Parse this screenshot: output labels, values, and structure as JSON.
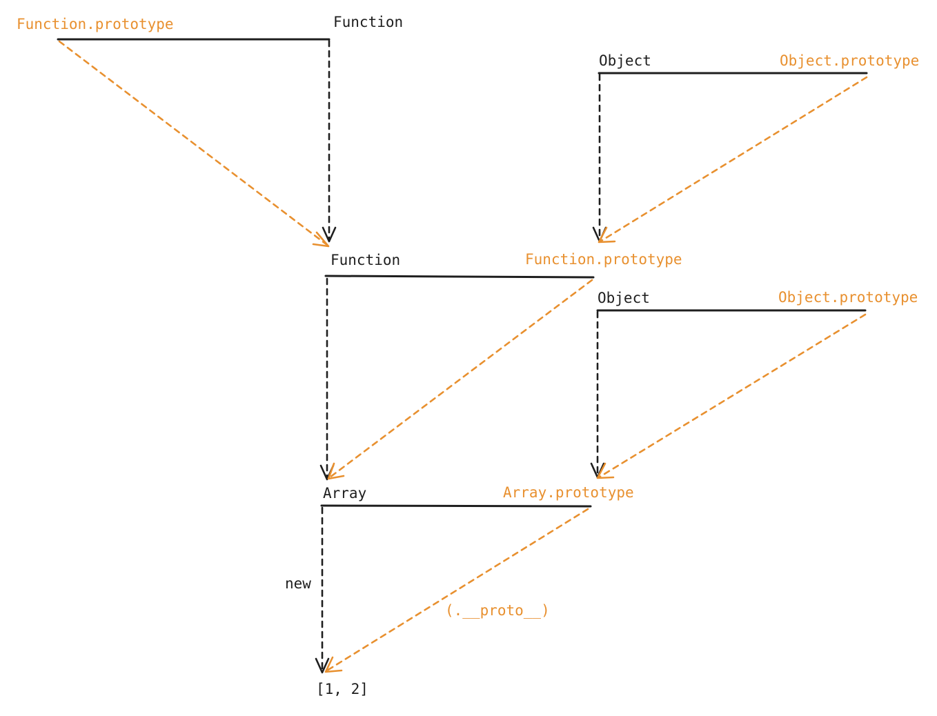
{
  "diagram": {
    "labels": {
      "top_function_prototype": "Function.prototype",
      "top_function": "Function",
      "top_object": "Object",
      "top_object_prototype": "Object.prototype",
      "mid_function": "Function",
      "mid_function_prototype": "Function.prototype",
      "mid_object": "Object",
      "mid_object_prototype": "Object.prototype",
      "array": "Array",
      "array_prototype": "Array.prototype",
      "new_label": "new",
      "proto_label": "(.__proto__)",
      "instance": "[1, 2]"
    },
    "colors": {
      "constructor": "#1e1e1e",
      "prototype": "#e8902f"
    }
  }
}
